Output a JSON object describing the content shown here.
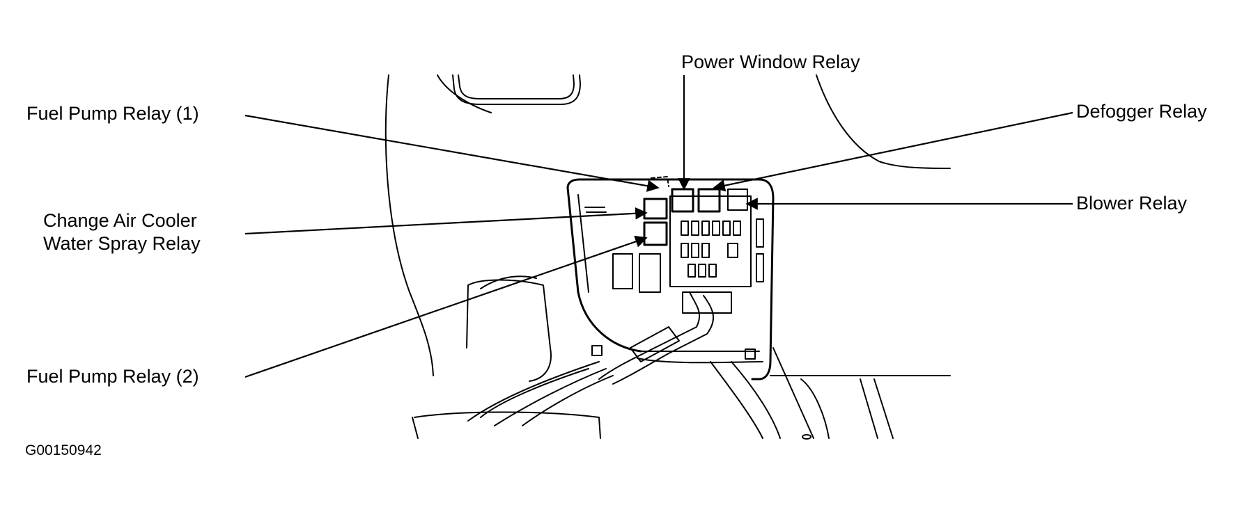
{
  "labels": {
    "power_window_relay": "Power Window Relay",
    "fuel_pump_relay_1": "Fuel Pump Relay (1)",
    "defogger_relay": "Defogger Relay",
    "change_air_cooler_line1": "Change Air Cooler",
    "change_air_cooler_line2": "Water Spray Relay",
    "blower_relay": "Blower Relay",
    "fuel_pump_relay_2": "Fuel Pump Relay (2)"
  },
  "figure_id": "G00150942",
  "colors": {
    "ink": "#000000",
    "background": "#ffffff"
  }
}
